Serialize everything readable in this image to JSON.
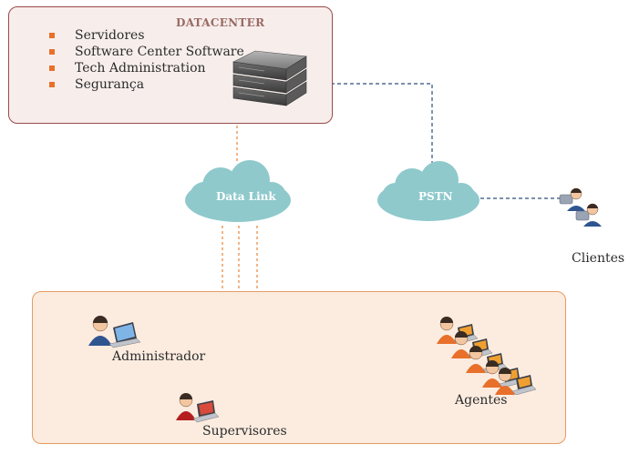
{
  "datacenter": {
    "title": "DATACENTER",
    "items": [
      {
        "label": "Servidores"
      },
      {
        "label": "Software Center Software"
      },
      {
        "label": "Tech Administration"
      },
      {
        "label": "Segurança"
      }
    ]
  },
  "clouds": {
    "data_link": "Data Link",
    "pstn": "PSTN"
  },
  "nodes": {
    "clientes": "Clientes",
    "administrador": "Administrador",
    "supervisores": "Supervisores",
    "agentes": "Agentes"
  },
  "colors": {
    "orange_link": "#e8843a",
    "blue_link": "#2d4f7c",
    "cloud": "#8fc9cc"
  }
}
